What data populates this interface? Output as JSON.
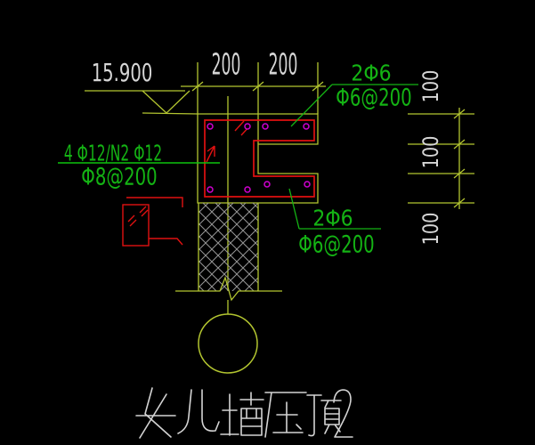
{
  "drawing": {
    "title": "女儿墙压顶2",
    "elevation_label": "15.900",
    "top_dimensions": [
      "200",
      "200"
    ],
    "right_dimensions": [
      "100",
      "100",
      "100"
    ],
    "labels": {
      "top_right_line1": "2Φ6",
      "top_right_line2": "Φ6@200",
      "left_line1": "4 Φ12/N2 Φ12",
      "left_line2": "Φ8@200",
      "bottom_right_line1": "2Φ6",
      "bottom_right_line2": "Φ6@200"
    },
    "colors": {
      "background": "#000000",
      "line_yellow": "#b3c530",
      "text_green": "#14b314",
      "stirrup_red": "#e01111",
      "rebar_magenta": "#d000d0",
      "text_white": "#d6d6d6",
      "hatch_gray": "#969696"
    }
  }
}
